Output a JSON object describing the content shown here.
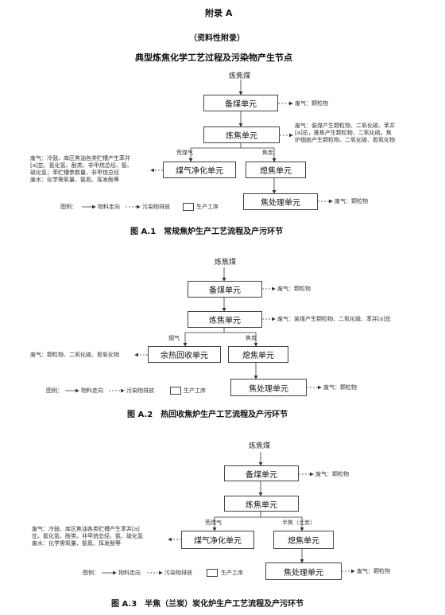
{
  "header": {
    "appendix": "附录 A",
    "nature": "（资料性附录）",
    "title": "典型炼焦化学工艺过程及污染物产生节点"
  },
  "fig1": {
    "input": "炼焦煤",
    "box_prep": "备煤单元",
    "out_prep": "废气：颗粒物",
    "box_coking": "炼焦单元",
    "out_coking": "废气：装煤产生颗粒物、二氧化硫、苯并[a]芘，推焦产生颗粒物、二氧化硫，焦炉烟囱产生颗粒物、二氧化硫、氮氧化物",
    "out_coking_lines": [
      "废气：装煤产生颗粒物、二氧化硫、苯并",
      "[a]芘，推焦产生颗粒物、二氧化硫，焦",
      "炉烟囱产生颗粒物、二氧化硫、氮氧化物"
    ],
    "gas_label": "荒煤气",
    "coke_label": "焦炭",
    "box_gas": "煤气净化单元",
    "box_quench": "熄焦单元",
    "out_gas_lines": [
      "废气：冷鼓、库区焦油各类贮槽产生苯并",
      "[a]芘、氰化氢、酚类、非甲烷总烃、氨、",
      "硫化氢；苯贮槽参数量、非甲烷总烃",
      "废水：化学需氧量、氨氮、挥发酚等"
    ],
    "box_screen": "焦处理单元",
    "out_screen": "废气：颗粒物",
    "legend": {
      "label": "图例：",
      "flow": "物料走向",
      "pollutant": "污染物排放",
      "process": "生产工序"
    },
    "caption": "图 A.1　常规焦炉生产工艺流程及产污环节"
  },
  "fig2": {
    "input": "炼焦煤",
    "box_prep": "备煤单元",
    "out_prep": "废气：颗粒物",
    "box_coking": "炼焦单元",
    "out_coking": "废气：装煤产生颗粒物、二氧化硫、苯并[a]芘",
    "gas_label": "烟气",
    "coke_label": "焦炭",
    "box_heat": "余热回收单元",
    "box_quench": "熄焦单元",
    "out_heat": "废气：颗粒物、二氧化硫、氮氧化物",
    "box_screen": "焦处理单元",
    "out_screen": "废气：颗粒物",
    "legend": {
      "label": "图例：",
      "flow": "物料走向",
      "pollutant": "污染物排放",
      "process": "生产工序"
    },
    "caption": "图 A.2　热回收焦炉生产工艺流程及产污环节"
  },
  "fig3": {
    "input": "炼焦煤",
    "box_prep": "备煤单元",
    "out_prep": "废气：颗粒物",
    "box_coking": "炼焦单元",
    "gas_label": "荒煤气",
    "coke_label": "半焦（兰炭）",
    "box_gas": "煤气净化单元",
    "box_quench": "熄焦单元",
    "out_gas_lines": [
      "废气：冷鼓、库区焦油各类贮槽产生苯并[a]",
      "芘、氰化氢、酚类、非甲烷总烃、氨、硫化氢",
      "废水：化学需氧量、氨氮、挥发酚等"
    ],
    "box_screen": "焦处理单元",
    "out_screen": "废气：颗粒物",
    "legend": {
      "label": "图例：",
      "flow": "物料走向",
      "pollutant": "污染物排放",
      "process": "生产工序"
    },
    "caption": "图 A.3　半焦（兰炭）炭化炉生产工艺流程及产污环节"
  }
}
